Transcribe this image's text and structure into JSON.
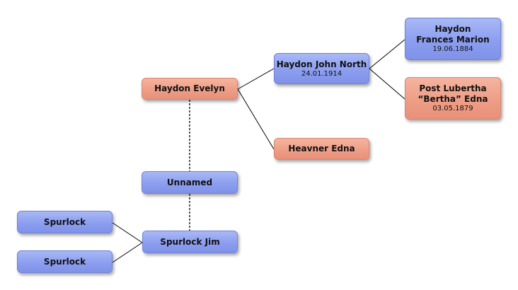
{
  "colors": {
    "male_node": "#8c9ef0",
    "female_node": "#ee9e86",
    "connector": "#000000"
  },
  "people": {
    "haydon_evelyn": {
      "name": "Haydon Evelyn"
    },
    "haydon_john_north": {
      "name": "Haydon John North",
      "date": "24.01.1914"
    },
    "haydon_frances_marion": {
      "name": "Haydon Frances Marion",
      "date": "19.06.1884"
    },
    "post_lubertha": {
      "name": "Post Lubertha “Bertha” Edna",
      "date": "03.05.1879"
    },
    "heavner_edna": {
      "name": "Heavner Edna"
    },
    "unnamed": {
      "name": "Unnamed"
    },
    "spurlock_jim": {
      "name": "Spurlock Jim"
    },
    "spurlock_1": {
      "name": "Spurlock"
    },
    "spurlock_2": {
      "name": "Spurlock"
    }
  }
}
